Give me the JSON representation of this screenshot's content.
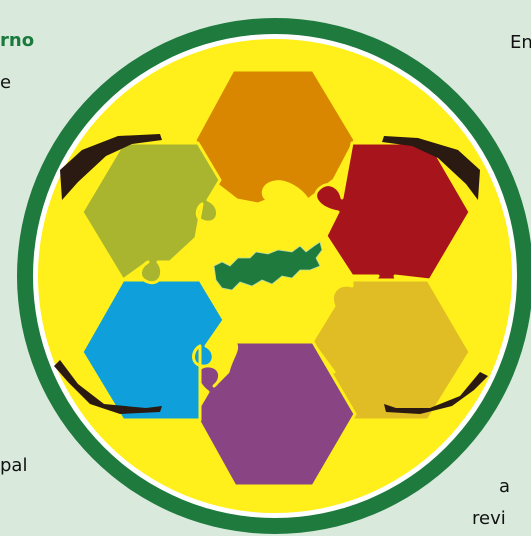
{
  "page": {
    "background": "#d9eadd"
  },
  "text_fragments": {
    "top_left": "rno",
    "left_second": "e",
    "top_right": "En",
    "bottom_left": "pal",
    "bottom_right_1": "a",
    "bottom_right_2": "revi"
  },
  "emblem": {
    "ring_color": "#1f7a3e",
    "inner_ring_color": "#ffffff",
    "fill_color": "#ffef1a",
    "center_map_color": "#1f7a3e",
    "pieces": [
      {
        "name": "orange-piece",
        "color": "#d98700"
      },
      {
        "name": "red-piece",
        "color": "#a8141b"
      },
      {
        "name": "gold-piece",
        "color": "#e0bc25"
      },
      {
        "name": "purple-piece",
        "color": "#894483"
      },
      {
        "name": "blue-piece",
        "color": "#0f9fda"
      },
      {
        "name": "olive-piece",
        "color": "#a9b52e"
      }
    ],
    "icons": [
      "puzzle-piece-icon",
      "hand-icon",
      "map-icon"
    ]
  }
}
